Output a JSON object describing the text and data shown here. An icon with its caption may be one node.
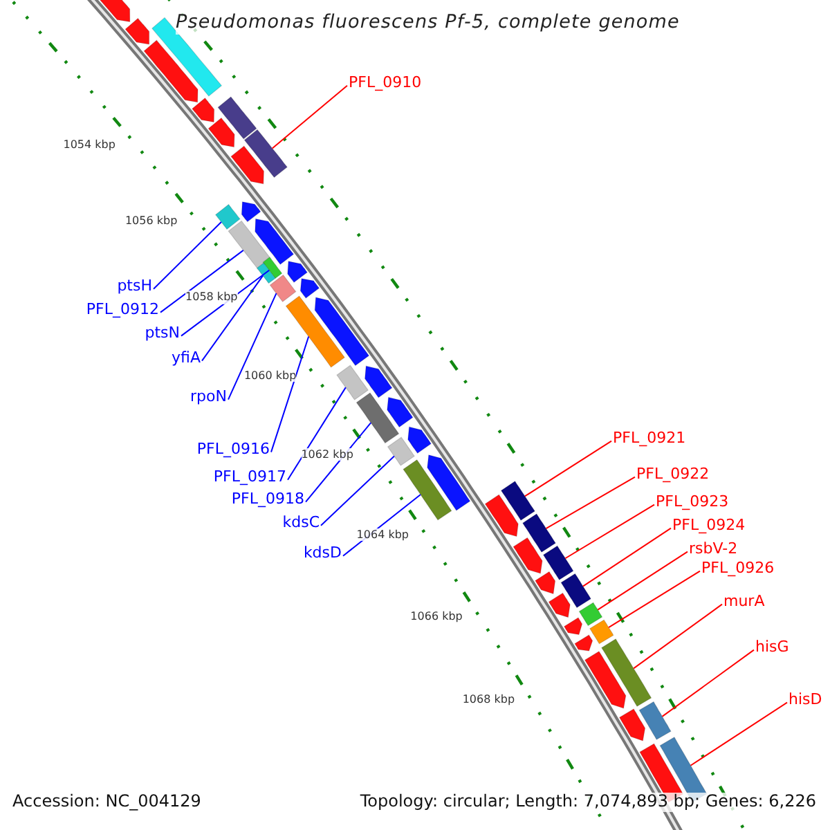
{
  "diagram": {
    "title": "Pseudomonas fluorescens Pf-5, complete genome",
    "nodes": [
      {
        "text": [
          "PFL_0910"
        ]
      },
      {
        "text": [],
        "shape": "bar"
      },
      {
        "text": [
          "ptsH"
        ]
      },
      {
        "text": [],
        "shape": "bar"
      },
      {
        "text": [
          "PFL_0912"
        ]
      },
      {
        "text": [],
        "shape": "bar"
      },
      {
        "text": [
          "ptsN"
        ]
      },
      {
        "text": [],
        "shape": "bar"
      },
      {
        "text": [
          "yfiA"
        ]
      },
      {
        "text": [],
        "shape": "bar"
      },
      {
        "text": [
          "rpoN"
        ]
      },
      {
        "text": [],
        "shape": "bar"
      },
      {
        "text": [
          "PFL_0916"
        ]
      },
      {
        "text": [],
        "shape": "bar"
      },
      {
        "text": [
          "PFL_0917"
        ]
      },
      {
        "text": [],
        "shape": "bar"
      },
      {
        "text": [
          "PFL_0918"
        ]
      },
      {
        "text": [],
        "shape": "bar"
      },
      {
        "text": [
          "kdsC"
        ]
      },
      {
        "text": [],
        "shape": "bar"
      },
      {
        "text": [
          "kdsD"
        ]
      },
      {
        "text": [],
        "shape": "bar"
      },
      {
        "text": [
          "PFL_0921"
        ]
      },
      {
        "text": [],
        "shape": "bar"
      },
      {
        "text": [
          "PFL_0922"
        ]
      },
      {
        "text": [],
        "shape": "bar"
      },
      {
        "text": [
          "PFL_0923"
        ]
      },
      {
        "text": [],
        "shape": "bar"
      },
      {
        "text": [
          "PFL_0924"
        ]
      },
      {
        "text": [],
        "shape": "bar"
      },
      {
        "text": [
          "rsbV-2"
        ]
      },
      {
        "text": [],
        "shape": "bar"
      },
      {
        "text": [
          "PFL_0926"
        ]
      },
      {
        "text": [],
        "shape": "bar"
      },
      {
        "text": [
          "murA"
        ]
      },
      {
        "text": [],
        "shape": "bar"
      },
      {
        "text": [
          "hisG"
        ]
      },
      {
        "text": [],
        "shape": "bar"
      },
      {
        "text": [
          "hisD"
        ]
      },
      {
        "text": [],
        "shape": "bar"
      },
      {
        "text": [],
        "shape": "arrow"
      },
      {
        "text": [],
        "shape": "arrow"
      },
      {
        "text": [],
        "shape": "arrow"
      },
      {
        "text": [],
        "shape": "arrow"
      },
      {
        "text": [],
        "shape": "arrow"
      },
      {
        "text": [],
        "shape": "arrow"
      },
      {
        "text": [],
        "shape": "bar"
      },
      {
        "text": [],
        "shape": "bar"
      },
      {
        "text": [],
        "shape": "arrow"
      },
      {
        "text": [],
        "shape": "arrow"
      },
      {
        "text": [],
        "shape": "arrow"
      },
      {
        "text": [],
        "shape": "arrow"
      },
      {
        "text": [],
        "shape": "arrow"
      },
      {
        "text": [],
        "shape": "arrow"
      },
      {
        "text": [],
        "shape": "arrow"
      },
      {
        "text": [],
        "shape": "arrow"
      },
      {
        "text": [],
        "shape": "arrow"
      },
      {
        "text": [],
        "shape": "arrow"
      },
      {
        "text": [],
        "shape": "arrow"
      },
      {
        "text": [],
        "shape": "arrow"
      },
      {
        "text": [],
        "shape": "arrow"
      },
      {
        "text": [],
        "shape": "arrow"
      },
      {
        "text": [],
        "shape": "arrow"
      },
      {
        "text": [],
        "shape": "arrow"
      },
      {
        "text": [],
        "shape": "arrow"
      },
      {
        "text": [],
        "shape": "bar"
      }
    ],
    "edges": [
      {
        "from": 0,
        "to": 1,
        "arrow": "none",
        "color": "#ff0000"
      },
      {
        "from": 2,
        "to": 3,
        "arrow": "none",
        "color": "#0000ff"
      },
      {
        "from": 4,
        "to": 5,
        "arrow": "none",
        "color": "#0000ff"
      },
      {
        "from": 6,
        "to": 7,
        "arrow": "none",
        "color": "#0000ff"
      },
      {
        "from": 8,
        "to": 9,
        "arrow": "none",
        "color": "#0000ff"
      },
      {
        "from": 10,
        "to": 11,
        "arrow": "none",
        "color": "#0000ff"
      },
      {
        "from": 12,
        "to": 13,
        "arrow": "none",
        "color": "#0000ff"
      },
      {
        "from": 14,
        "to": 15,
        "arrow": "none",
        "color": "#0000ff"
      },
      {
        "from": 16,
        "to": 17,
        "arrow": "none",
        "color": "#0000ff"
      },
      {
        "from": 18,
        "to": 19,
        "arrow": "none",
        "color": "#0000ff"
      },
      {
        "from": 20,
        "to": 21,
        "arrow": "none",
        "color": "#0000ff"
      },
      {
        "from": 22,
        "to": 23,
        "arrow": "none",
        "color": "#ff0000"
      },
      {
        "from": 24,
        "to": 25,
        "arrow": "none",
        "color": "#ff0000"
      },
      {
        "from": 26,
        "to": 27,
        "arrow": "none",
        "color": "#ff0000"
      },
      {
        "from": 28,
        "to": 29,
        "arrow": "none",
        "color": "#ff0000"
      },
      {
        "from": 30,
        "to": 31,
        "arrow": "none",
        "color": "#ff0000"
      },
      {
        "from": 32,
        "to": 33,
        "arrow": "none",
        "color": "#ff0000"
      },
      {
        "from": 34,
        "to": 35,
        "arrow": "none",
        "color": "#ff0000"
      },
      {
        "from": 36,
        "to": 37,
        "arrow": "none",
        "color": "#ff0000"
      },
      {
        "from": 38,
        "to": 39,
        "arrow": "none",
        "color": "#ff0000"
      }
    ],
    "labels": [
      "1054 kbp",
      "1056 kbp",
      "1058 kbp",
      "1060 kbp",
      "1062 kbp",
      "1064 kbp",
      "1066 kbp",
      "1068 kbp",
      "Accession: NC_004129",
      "Topology: circular; Length: 7,074,893 bp; Genes: 6,226"
    ]
  }
}
